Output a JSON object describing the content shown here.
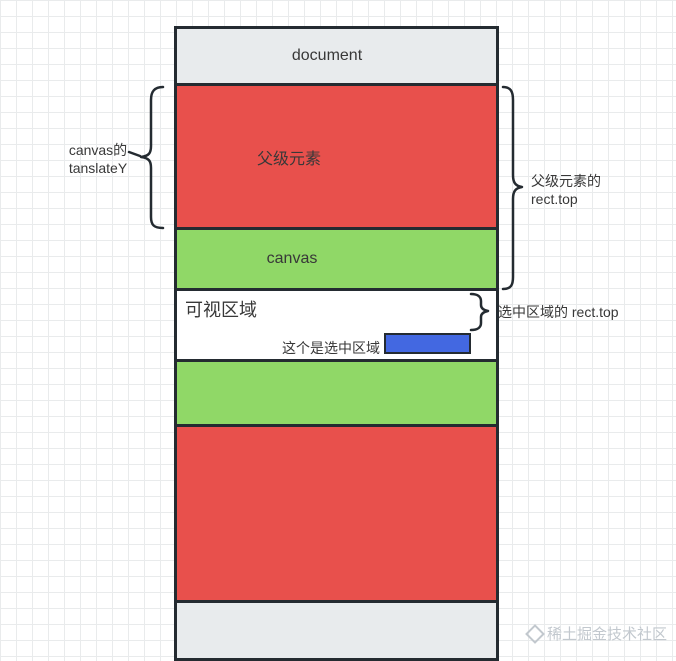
{
  "stack": {
    "document": {
      "label": "document",
      "fill": "#e8ebed"
    },
    "parent": {
      "label": "父级元素",
      "fill": "#e8504c"
    },
    "canvas": {
      "label": "canvas",
      "fill": "#90d867"
    },
    "viewport": {
      "label": "可视区域",
      "fill": "#ffffff"
    },
    "selected": {
      "caption": "这个是选中区域",
      "fill": "#4368e1"
    },
    "green_below": {
      "label": "",
      "fill": "#90d867"
    },
    "red_below": {
      "label": "",
      "fill": "#e8504c"
    },
    "document_bottom": {
      "label": "",
      "fill": "#e8ebed"
    }
  },
  "annotations": {
    "canvas_translate": {
      "line1": "canvas的",
      "line2": "tanslateY"
    },
    "parent_rect_top": {
      "line1": "父级元素的",
      "line2": "rect.top"
    },
    "selected_rect_top": {
      "label": "选中区域的 rect.top"
    }
  },
  "watermark": {
    "text": "稀土掘金技术社区"
  },
  "colors": {
    "border": "#242b31",
    "red": "#e8504c",
    "green": "#90d867",
    "gray": "#e8ebed",
    "blue": "#4368e1",
    "grid": "#e9ebec",
    "text": "#383838",
    "watermark": "#c2c8ce"
  }
}
